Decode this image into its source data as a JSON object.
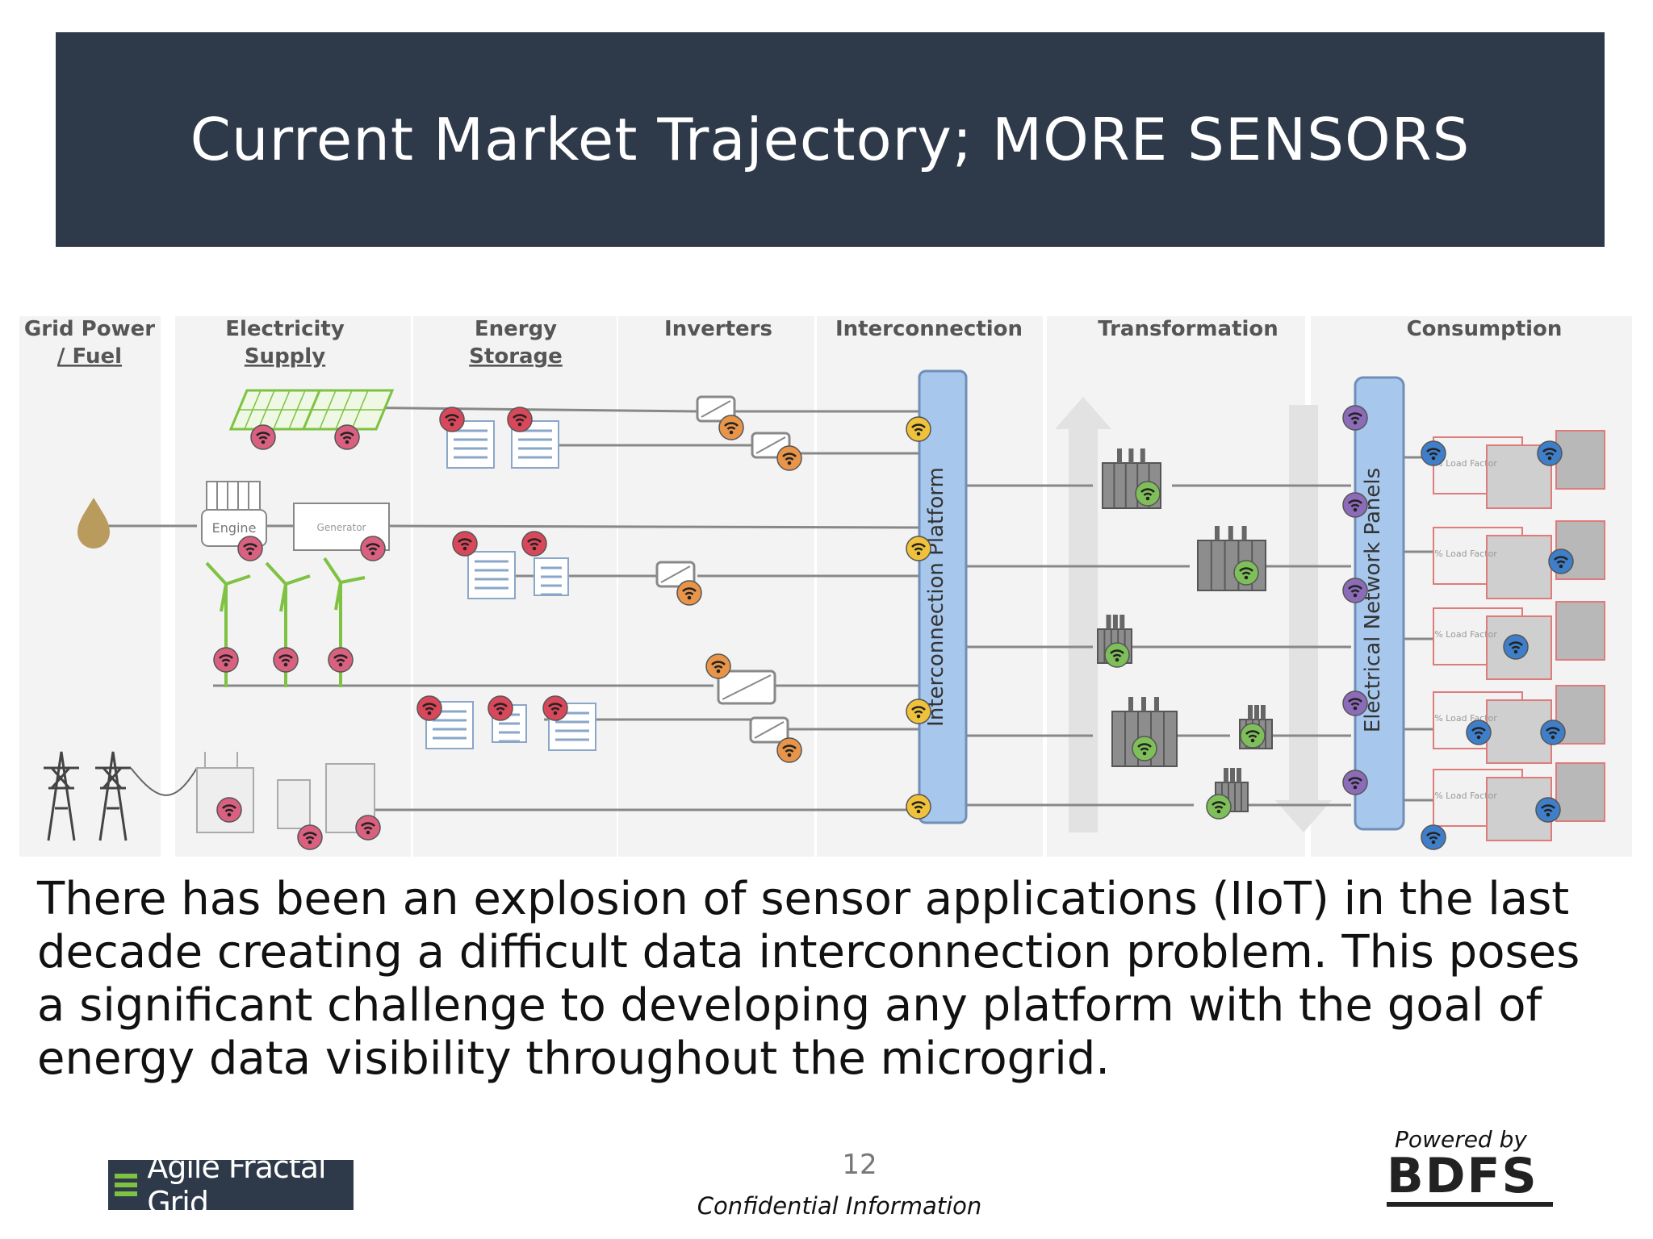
{
  "header": {
    "title": "Current Market Trajectory; MORE SENSORS"
  },
  "diagram": {
    "columns": [
      {
        "line1": "Grid Power",
        "line2": "/ Fuel"
      },
      {
        "line1": "Electricity",
        "line2": "Supply"
      },
      {
        "line1": "Energy",
        "line2": "Storage"
      },
      {
        "line1": "Inverters",
        "line2": ""
      },
      {
        "line1": "Interconnection",
        "line2": ""
      },
      {
        "line1": "Transformation",
        "line2": ""
      },
      {
        "line1": "Consumption",
        "line2": ""
      }
    ],
    "interconnection_platform": "Interconnection Platform",
    "network_panels": "Electrical Network Panels",
    "engine_label": "Engine",
    "generator_label": "Generator",
    "sensor_colors": {
      "supply": "#d9607f",
      "storage": "#d9475a",
      "inverter": "#e8954a",
      "platform": "#f0c23c",
      "transformer": "#7fbf5a",
      "panel": "#8c6bb8",
      "consumption": "#3f7fc9"
    },
    "platform_color": "#a7c7ec",
    "consumption_items": [
      {
        "label": "% Load Factor"
      },
      {
        "label": "% Load Factor"
      },
      {
        "label": "% Load Factor"
      },
      {
        "label": "% Load Factor"
      },
      {
        "label": "% Load Factor"
      }
    ]
  },
  "body": {
    "text": "There has been an explosion of sensor applications (IIoT) in the last decade creating a difficult data interconnection problem. This poses a significant challenge to developing any platform with the goal of energy data visibility throughout the microgrid."
  },
  "footer": {
    "page_number": "12",
    "confidential": "Confidential Information",
    "powered_by": "Powered by",
    "left_logo": "Agile Fractal Grid",
    "right_logo": "BDFS"
  }
}
